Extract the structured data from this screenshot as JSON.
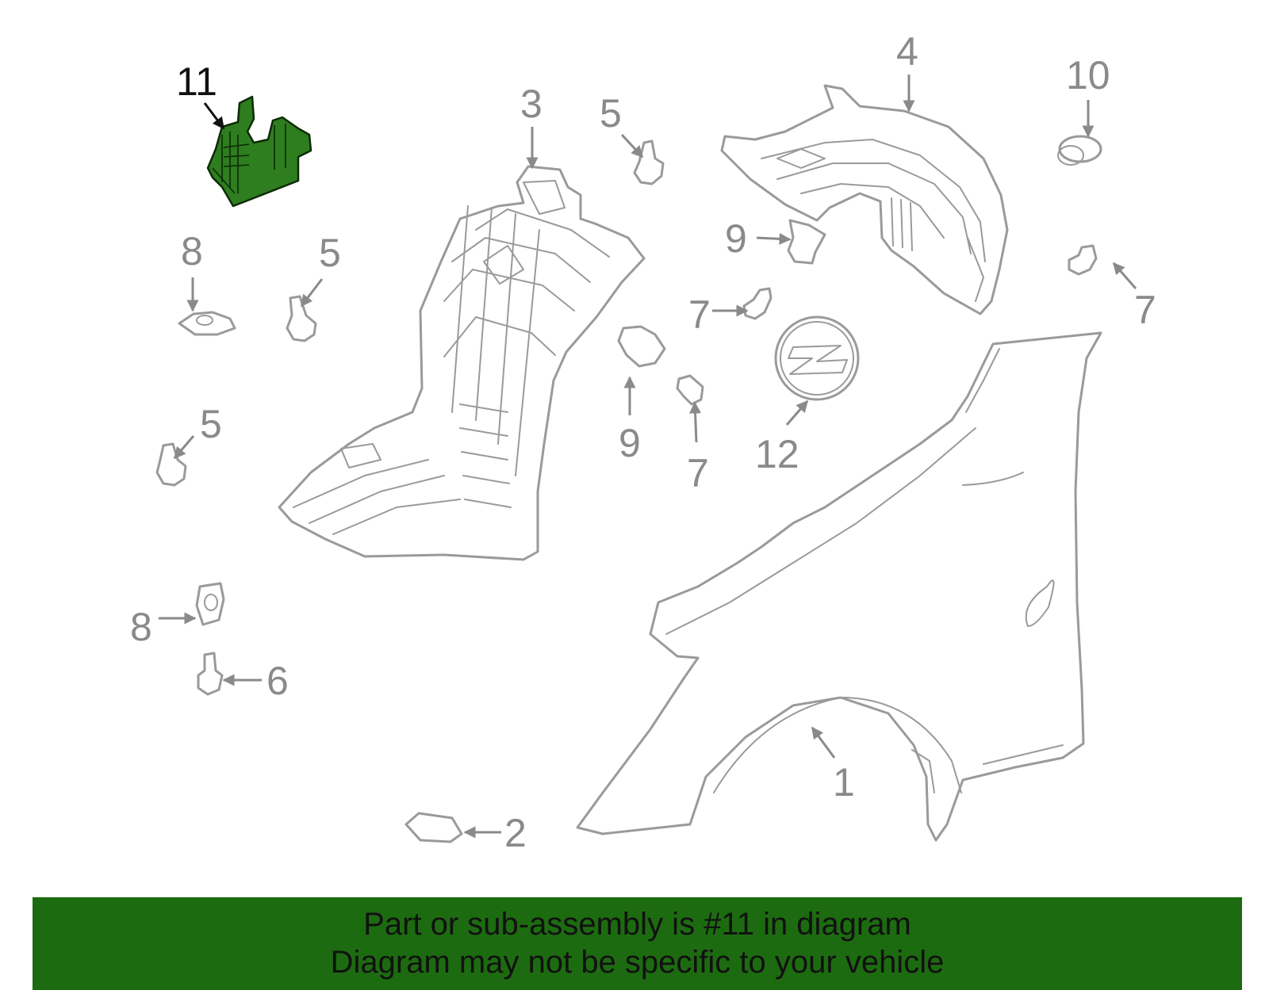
{
  "diagram": {
    "colors": {
      "highlight_part": "#2e7d1f",
      "banner_background": "#1d6b10",
      "outline": "#9a9a9a",
      "highlight_label": "#111111"
    },
    "callouts": {
      "c1": "1",
      "c2": "2",
      "c3": "3",
      "c4": "4",
      "c5a": "5",
      "c5b": "5",
      "c5c": "5",
      "c6": "6",
      "c7a": "7",
      "c7b": "7",
      "c7c": "7",
      "c8a": "8",
      "c8b": "8",
      "c9a": "9",
      "c9b": "9",
      "c10": "10",
      "c11": "11",
      "c12": "12"
    },
    "highlighted_callout": "11"
  },
  "footer": {
    "line1": "Part or sub-assembly is #11 in diagram",
    "line2": "Diagram may not be specific to your vehicle"
  }
}
